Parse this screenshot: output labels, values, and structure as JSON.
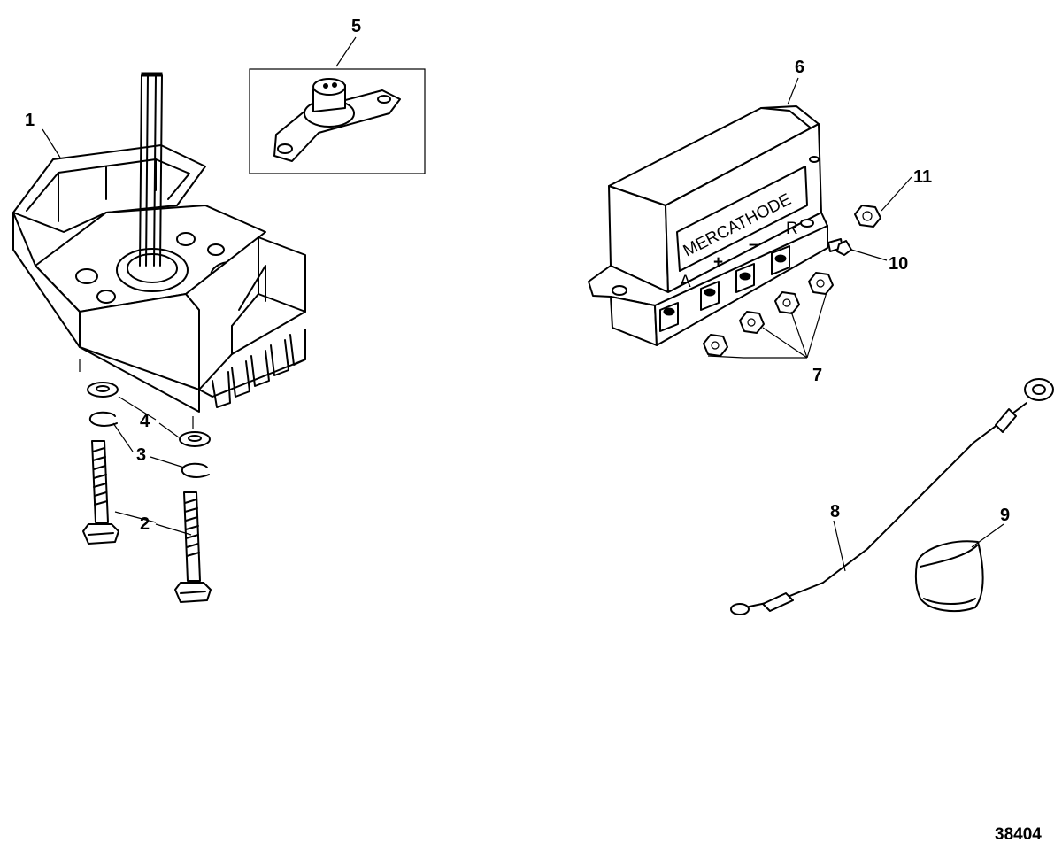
{
  "diagram": {
    "drawing_number": "38404",
    "callouts": [
      {
        "id": "c1",
        "label": "1"
      },
      {
        "id": "c2",
        "label": "2"
      },
      {
        "id": "c3",
        "label": "3"
      },
      {
        "id": "c4",
        "label": "4"
      },
      {
        "id": "c5",
        "label": "5"
      },
      {
        "id": "c6",
        "label": "6"
      },
      {
        "id": "c7",
        "label": "7"
      },
      {
        "id": "c8",
        "label": "8"
      },
      {
        "id": "c9",
        "label": "9"
      },
      {
        "id": "c10",
        "label": "10"
      },
      {
        "id": "c11",
        "label": "11"
      }
    ],
    "controller": {
      "brand_label": "MERCATHODE",
      "terminal_labels": [
        "A",
        "+",
        "–",
        "R"
      ]
    }
  }
}
